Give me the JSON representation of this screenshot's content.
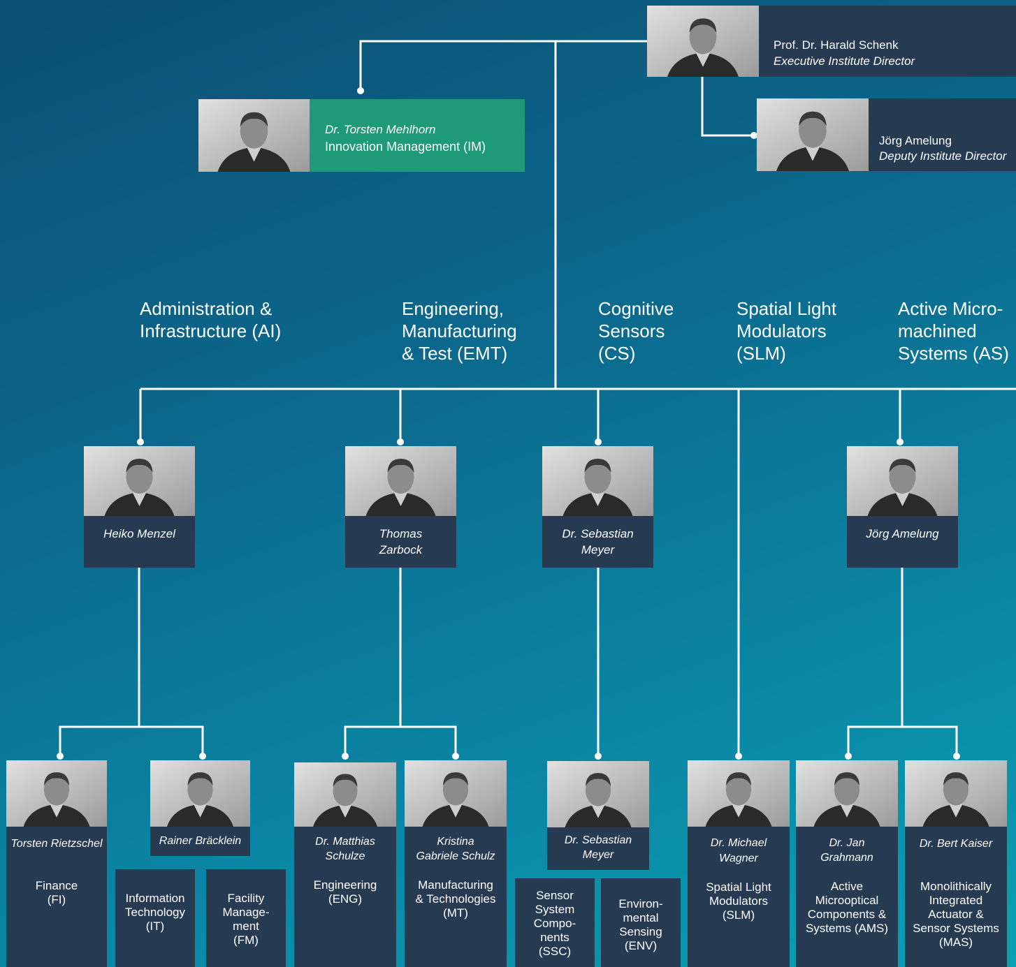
{
  "director": {
    "name": "Prof. Dr. Harald Schenk",
    "title": "Executive Institute Director"
  },
  "deputy": {
    "name": "Jörg Amelung",
    "title": "Deputy Institute Director"
  },
  "innovation": {
    "name": "Dr. Torsten Mehlhorn",
    "unit": "Innovation Management (IM)"
  },
  "departments": [
    {
      "label": "Administration &\nInfrastructure (AI)",
      "head": "Heiko Menzel"
    },
    {
      "label": "Engineering,\nManufacturing\n& Test (EMT)",
      "head": "Thomas\nZarbock"
    },
    {
      "label": "Cognitive\nSensors\n(CS)",
      "head": "Dr. Sebastian\nMeyer"
    },
    {
      "label": "Spatial Light\nModulators\n(SLM)",
      "head": ""
    },
    {
      "label": "Active Micro-\nmachined\nSystems (AS)",
      "head": "Jörg Amelung"
    }
  ],
  "groups": [
    {
      "person": "Torsten Rietzschel",
      "unit": "Finance\n(FI)"
    },
    {
      "person": "Rainer Bräcklein",
      "units": [
        "Information\nTechnology\n(IT)",
        "Facility\nManage-\nment\n(FM)"
      ]
    },
    {
      "person": "Dr. Matthias\nSchulze",
      "unit": "Engineering\n(ENG)"
    },
    {
      "person": "Kristina\nGabriele Schulz",
      "unit": "Manufacturing\n& Technologies\n(MT)"
    },
    {
      "person": "Dr. Sebastian\nMeyer",
      "units": [
        "Sensor\nSystem\nCompo-\nnents\n(SSC)",
        "Environ-\nmental\nSensing\n(ENV)"
      ]
    },
    {
      "person": "Dr. Michael\nWagner",
      "unit": "Spatial Light\nModulators\n(SLM)"
    },
    {
      "person": "Dr. Jan\nGrahmann",
      "unit": "Active\nMicrooptical\nComponents &\nSystems (AMS)"
    },
    {
      "person": "Dr. Bert Kaiser",
      "unit": "Monolithically\nIntegrated\nActuator &\nSensor Systems\n(MAS)"
    }
  ],
  "colors": {
    "card": "#263a52",
    "innovation": "#1f9a78",
    "lines": "#ffffff"
  }
}
